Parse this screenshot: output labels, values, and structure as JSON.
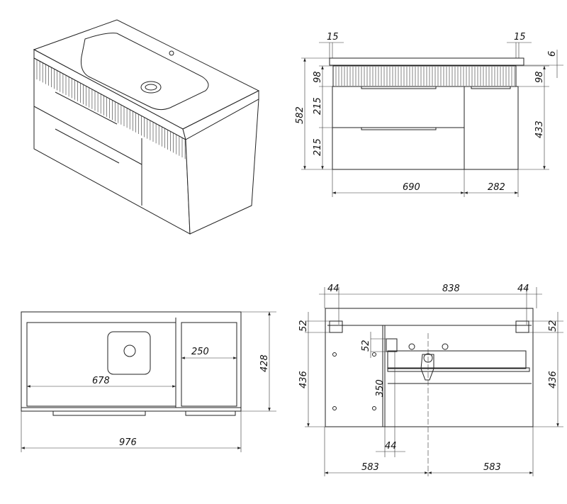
{
  "views": {
    "front": {
      "dimensions": {
        "top_overhang_left": "15",
        "top_overhang_right": "15",
        "slab_thickness": "6",
        "total_height": "582",
        "band_left": "98",
        "band_right": "98",
        "drawer_top": "215",
        "drawer_bottom": "215",
        "door_height": "433",
        "drawer_width": "690",
        "door_width": "282"
      }
    },
    "top_section": {
      "dimensions": {
        "inner_width": "678",
        "side_width": "250",
        "depth": "428",
        "total_width": "976"
      }
    },
    "rear": {
      "dimensions": {
        "bracket_left": "44",
        "bracket_spacing": "838",
        "bracket_right": "44",
        "bracket_height_left": "52",
        "bracket_height_right": "52",
        "inner_bracket": "52",
        "height_left": "436",
        "height_right": "436",
        "inner_offset": "350",
        "inner_width": "44",
        "half_left": "583",
        "half_right": "583"
      }
    }
  }
}
